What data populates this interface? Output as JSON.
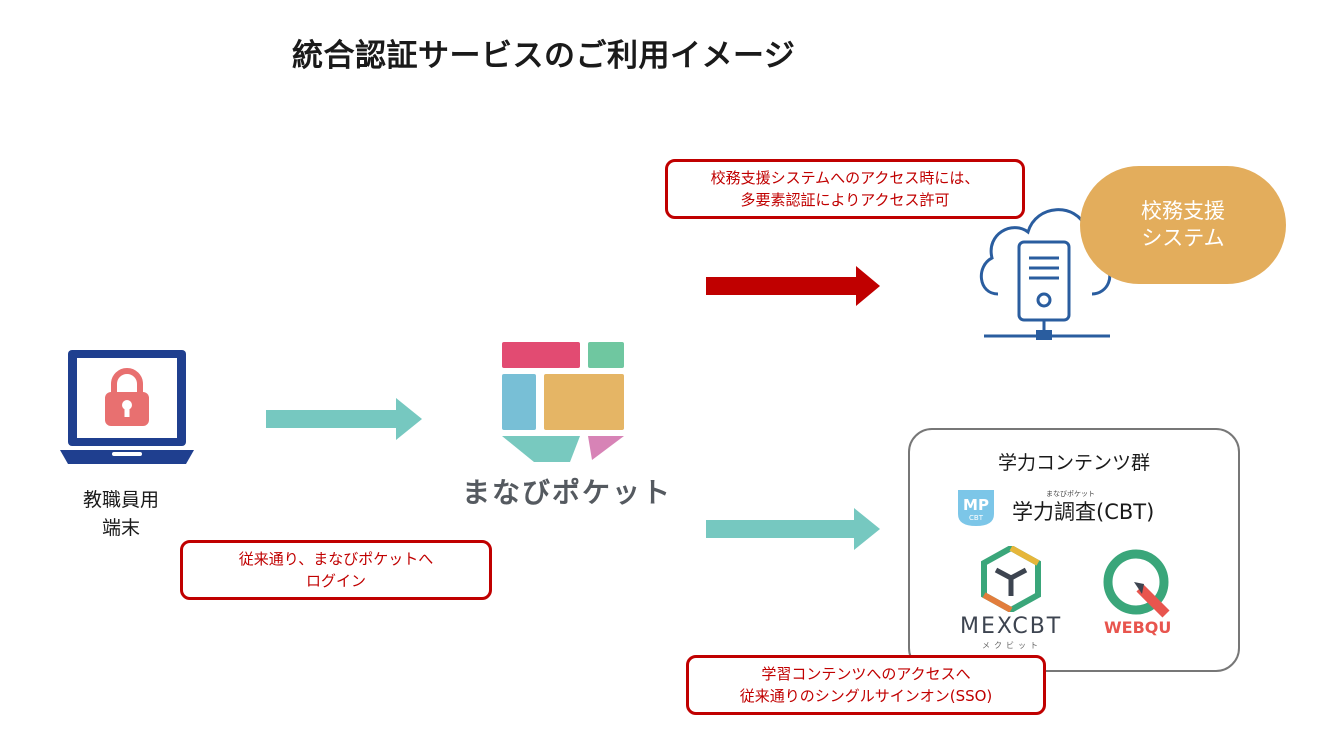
{
  "title": "統合認証サービスのご利用イメージ",
  "device": {
    "label_line1": "教職員用",
    "label_line2": "端末"
  },
  "service": {
    "name": "まなびポケット"
  },
  "school_system": {
    "line1": "校務支援",
    "line2": "システム"
  },
  "contents": {
    "title": "学力コンテンツ群",
    "cbt_ruby": "まなびポケット",
    "cbt_label": "学力調査(CBT)",
    "mp_badge": "MP",
    "mp_sub": "CBT",
    "mexcbt_label": "MEXCBT",
    "mexcbt_sub": "メクビット",
    "webqu_label": "WEBQU"
  },
  "notes": {
    "login_line1": "従来通り、まなびポケットへ",
    "login_line2": "ログイン",
    "mfa_line1": "校務支援システムへのアクセス時には、",
    "mfa_line2": "多要素認証によりアクセス許可",
    "sso_line1": "学習コンテンツへのアクセスへ",
    "sso_line2": "従来通りのシングルサインオン(SSO)"
  },
  "colors": {
    "teal_arrow": "#76c8c0",
    "red_arrow": "#c00000",
    "laptop_navy": "#1f3f8f",
    "lock_red": "#e87070",
    "server_blue": "#2a5d9f",
    "blob_orange": "#e3ad5c"
  },
  "icons": [
    "lock-icon",
    "laptop-icon",
    "cloud-server-icon",
    "manabi-pocket-logo"
  ]
}
